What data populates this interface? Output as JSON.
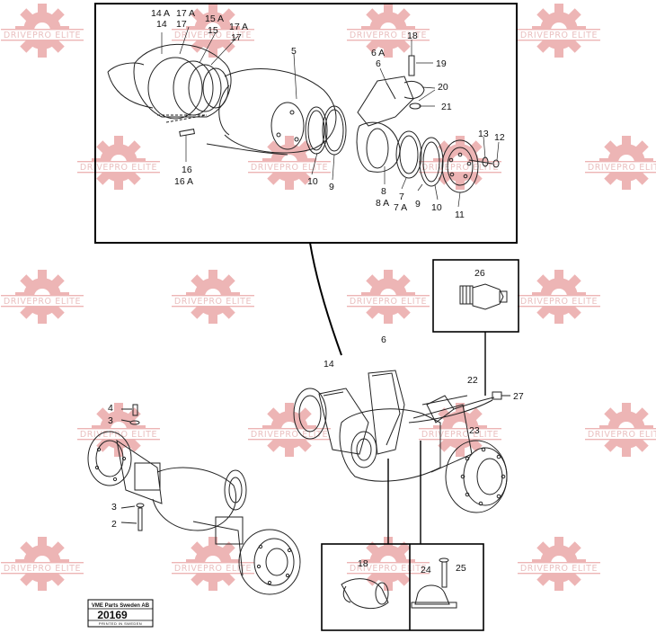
{
  "watermark": {
    "text": "DRIVEPRO ELITE",
    "color": "#e07a7a"
  },
  "stamp": {
    "line1": "VME Parts Sweden AB",
    "number": "20169",
    "line3": "PRINTED IN SWEDEN"
  },
  "callouts": {
    "c14a_top": "14 A",
    "c17a_top": "17 A",
    "c14_top": "14",
    "c17_top": "17",
    "c15a": "15 A",
    "c15": "15",
    "c17a_r": "17 A",
    "c17_r": "17",
    "c5": "5",
    "c6a": "6 A",
    "c6_top": "6",
    "c18": "18",
    "c19": "19",
    "c20": "20",
    "c21": "21",
    "c13": "13",
    "c12": "12",
    "c16": "16",
    "c16a": "16 A",
    "c10_l": "10",
    "c9_l": "9",
    "c8": "8",
    "c8a": "8 A",
    "c7": "7",
    "c7a": "7 A",
    "c9_r": "9",
    "c10_r": "10",
    "c11": "11",
    "c26": "26",
    "c6": "6",
    "c14": "14",
    "c22": "22",
    "c27": "27",
    "c23": "23",
    "c4": "4",
    "c3_top": "3",
    "c3_bot": "3",
    "c2": "2",
    "c18_box": "18",
    "c24": "24",
    "c25": "25"
  }
}
